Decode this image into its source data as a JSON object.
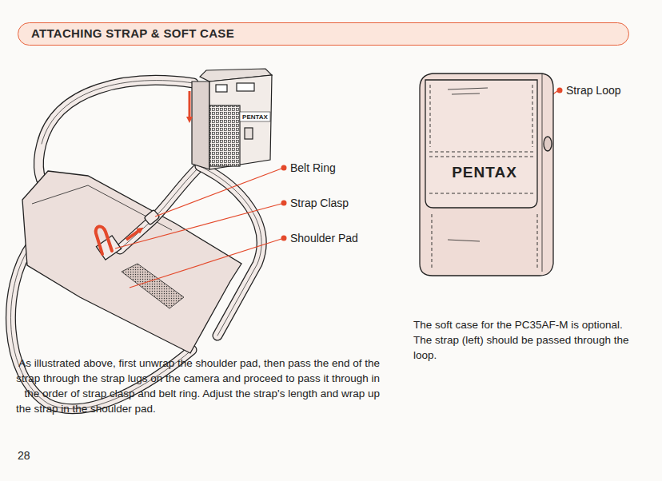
{
  "diagram": {
    "title": "ATTACHING STRAP & SOFT CASE",
    "labels": [
      "Belt Ring",
      "Strap Clasp",
      "Shoulder Pad",
      "PENTAX",
      "As illustrated above, first unwrap the shoulder pad, then pass the end of the strap through the strap lugs on the camera and proceed to pass it through in the order of strap clasp and belt ring. Adjust the strap's length and wrap up the strap in the shoulder pad.",
      "28",
      "Strap Loop",
      "PENTAX",
      "The soft case for the PC35AF-M is optional. The strap (left) should be passed through the loop."
    ]
  }
}
